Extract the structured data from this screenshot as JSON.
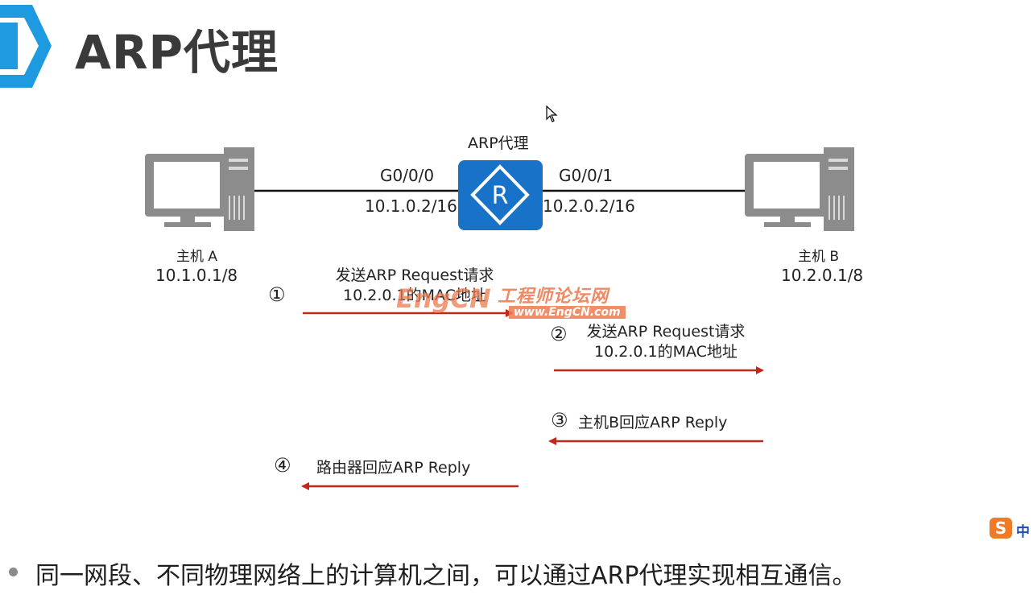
{
  "slide": {
    "title": "ARP代理"
  },
  "topology": {
    "router_label": "ARP代理",
    "router_glyph": "R",
    "left_port": "G0/0/0",
    "left_ip": "10.1.0.2/16",
    "right_port": "G0/0/1",
    "right_ip": "10.2.0.2/16",
    "host_a": {
      "name": "主机 A",
      "ip": "10.1.0.1/8"
    },
    "host_b": {
      "name": "主机 B",
      "ip": "10.2.0.1/8"
    }
  },
  "steps": [
    {
      "num": "①",
      "line1": "发送ARP Request请求",
      "line2": "10.2.0.1的MAC地址"
    },
    {
      "num": "②",
      "line1": "发送ARP Request请求",
      "line2": "10.2.0.1的MAC地址"
    },
    {
      "num": "③",
      "line1": "主机B回应ARP Reply"
    },
    {
      "num": "④",
      "line1": "路由器回应ARP Reply"
    }
  ],
  "watermark": {
    "logo": "EngCN",
    "name": "工程师论坛网",
    "url": "www.EngCN.com"
  },
  "bullet": "同一网段、不同物理网络上的计算机之间，可以通过ARP代理实现相互通信。",
  "ime": {
    "logo": "S",
    "mode": "中"
  },
  "colors": {
    "accent_blue": "#1e9be0",
    "router_blue": "#1873c8",
    "arrow_red": "#c0281c",
    "computer_gray": "#8c8c8c",
    "watermark_orange": "#ec7a4e"
  }
}
